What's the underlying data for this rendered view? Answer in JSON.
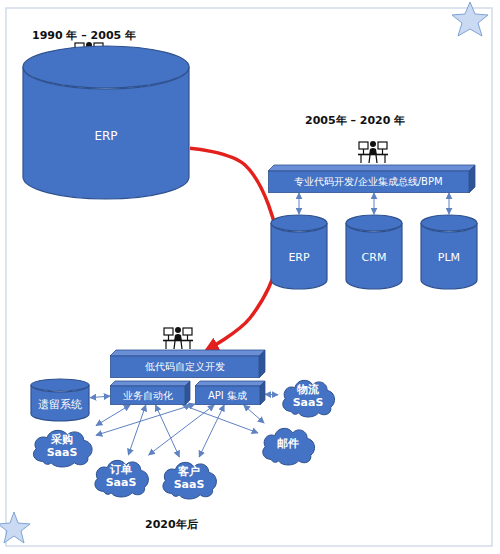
{
  "diagram": {
    "nodes": [
      {
        "text": [
          "ERP"
        ]
      },
      {
        "text": [
          "专业代码开发/企业集成总线/BPM"
        ]
      },
      {
        "text": [
          "ERP"
        ]
      },
      {
        "text": [
          "CRM"
        ]
      },
      {
        "text": [
          "PLM"
        ]
      },
      {
        "text": [
          "低代码自定义开发"
        ]
      },
      {
        "text": [
          "遗留系统"
        ]
      },
      {
        "text": [
          "业务自动化"
        ]
      },
      {
        "text": [
          "API 集成"
        ]
      },
      {
        "text": [
          "物流 SaaS"
        ]
      },
      {
        "text": [
          "采购 SaaS"
        ]
      },
      {
        "text": [
          "邮件"
        ]
      },
      {
        "text": [
          "订单 SaaS"
        ]
      },
      {
        "text": [
          "客户 SaaS"
        ]
      }
    ],
    "edges": [
      {
        "from": 0,
        "to": 5,
        "arrow": "to"
      },
      {
        "from": 1,
        "to": 2,
        "arrow": "both"
      },
      {
        "from": 1,
        "to": 3,
        "arrow": "both"
      },
      {
        "from": 1,
        "to": 4,
        "arrow": "both"
      },
      {
        "from": 6,
        "to": 7,
        "arrow": "both"
      },
      {
        "from": 8,
        "to": 9,
        "arrow": "both"
      },
      {
        "from": 7,
        "to": 10,
        "arrow": "both"
      },
      {
        "from": 7,
        "to": 12,
        "arrow": "both"
      },
      {
        "from": 7,
        "to": 13,
        "arrow": "both"
      },
      {
        "from": 7,
        "to": 11,
        "arrow": "both"
      },
      {
        "from": 8,
        "to": 10,
        "arrow": "both"
      },
      {
        "from": 8,
        "to": 12,
        "arrow": "both"
      },
      {
        "from": 8,
        "to": 13,
        "arrow": "both"
      },
      {
        "from": 8,
        "to": 11,
        "arrow": "both"
      }
    ],
    "labels": [
      "1990 年 – 2005 年",
      "2005年 – 2020 年",
      "2020年后"
    ]
  }
}
